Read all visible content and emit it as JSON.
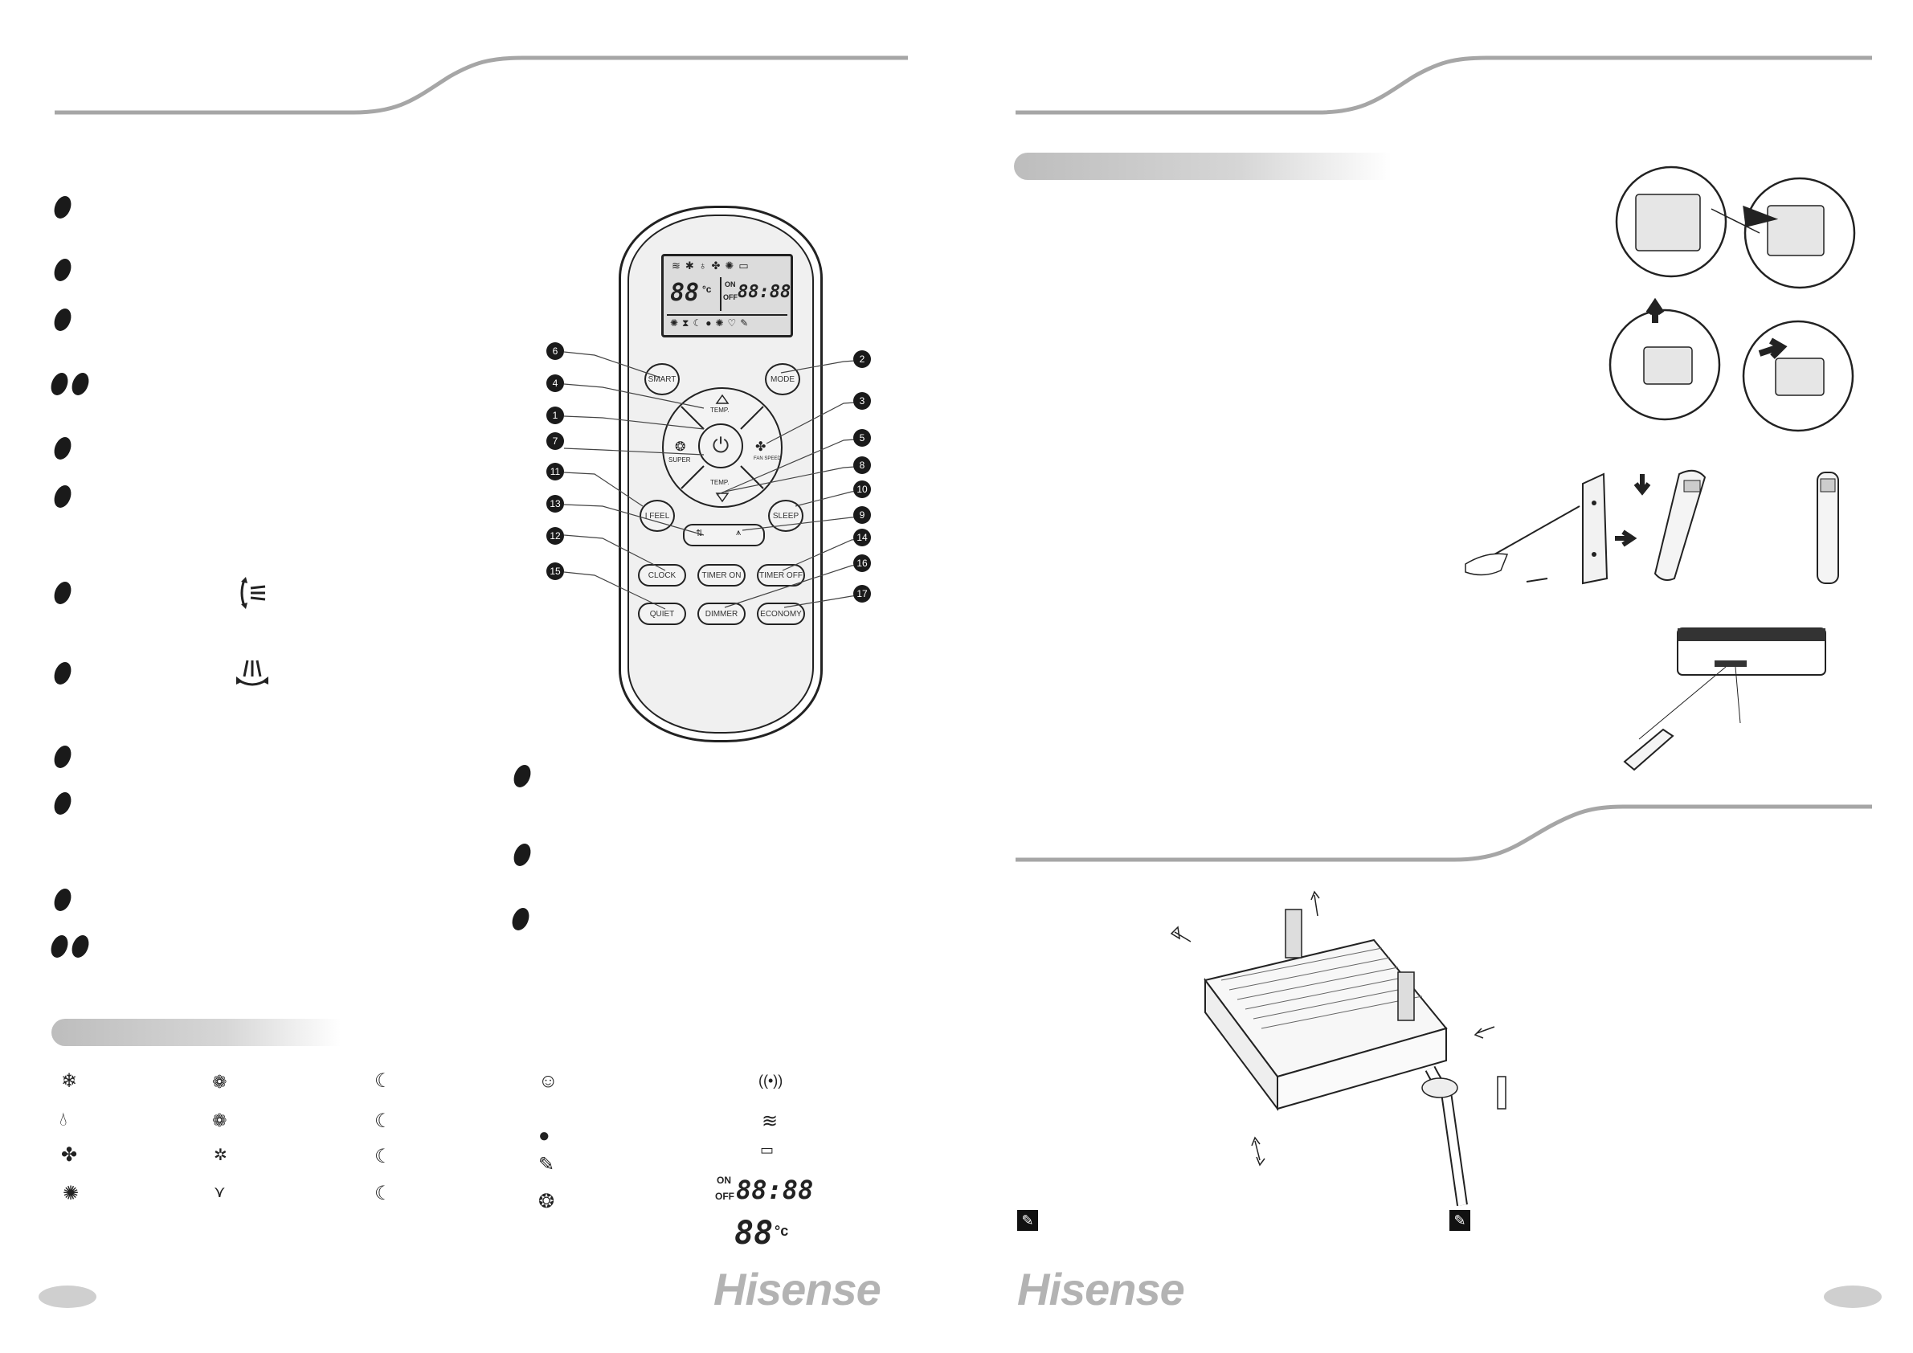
{
  "brand": {
    "logo_left": "Hisense",
    "logo_right": "Hisense"
  },
  "remote": {
    "lcd": {
      "temp_digits": "88",
      "temp_unit": "°c",
      "timer_on": "ON",
      "timer_off": "OFF",
      "clock_digits": "88:88"
    },
    "buttons": {
      "smart": "SMART",
      "mode": "MODE",
      "temp_up": "TEMP.",
      "temp_down": "TEMP.",
      "super": "SUPER",
      "fan_speed": "FAN SPEED",
      "ifeel": "I FEEL",
      "sleep": "SLEEP",
      "clock": "CLOCK",
      "timer_on": "TIMER ON",
      "timer_off": "TIMER OFF",
      "quiet": "QUIET",
      "dimmer": "DIMMER",
      "economy": "ECONOMY"
    },
    "callouts": [
      "6",
      "2",
      "4",
      "3",
      "1",
      "5",
      "7",
      "8",
      "11",
      "10",
      "13",
      "9",
      "12",
      "14",
      "15",
      "16",
      "17"
    ]
  },
  "lcd_legend": {
    "on_label": "ON",
    "off_label": "OFF",
    "clock_digits": "88:88",
    "temp_digits": "88",
    "temp_unit": "°c"
  },
  "icons": {
    "cool": "snowflake-icon",
    "dry": "droplet-icon",
    "fan": "fan-icon",
    "heat": "sun-icon",
    "fan_high": "fan-speed-high-icon",
    "fan_mid": "fan-speed-mid-icon",
    "fan_low": "fan-speed-low-icon",
    "fan_auto": "fan-auto-icon",
    "sleep1": "moon-1-icon",
    "sleep2": "moon-2-icon",
    "sleep3": "moon-3-icon",
    "sleep4": "moon-4-icon",
    "ifeel": "ifeel-icon",
    "quiet": "quiet-icon",
    "economy": "economy-icon",
    "super": "super-icon",
    "signal": "signal-icon",
    "wifi": "wifi-icon",
    "battery": "battery-icon"
  }
}
